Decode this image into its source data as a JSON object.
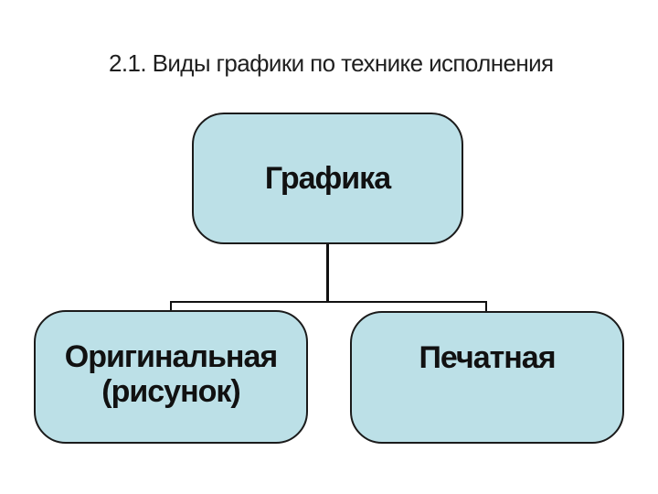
{
  "slide": {
    "title": "2.1. Виды графики по технике исполнения"
  },
  "diagram": {
    "root": {
      "label": "Графика"
    },
    "children": [
      {
        "lines": [
          "Оригинальная",
          "(рисунок)"
        ]
      },
      {
        "lines": [
          "Печатная"
        ]
      }
    ]
  },
  "colors": {
    "background": "#ffffff",
    "node_fill": "#bce0e7",
    "node_border": "#1b1b1b",
    "connector": "#111111",
    "title_text": "#1f1f1f",
    "node_text": "#111111"
  }
}
